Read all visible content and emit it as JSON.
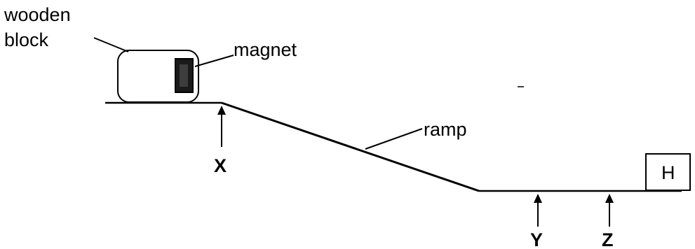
{
  "labels": {
    "wooden_line1": "wooden",
    "wooden_line2": "block",
    "magnet": "magnet",
    "ramp": "ramp",
    "x": "X",
    "y": "Y",
    "z": "Z",
    "h": "H"
  }
}
